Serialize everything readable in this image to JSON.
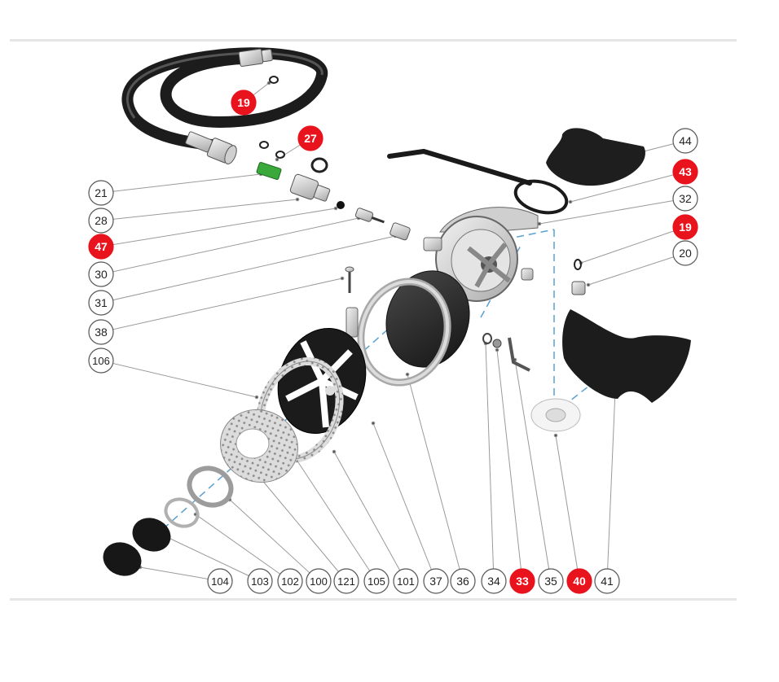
{
  "colors": {
    "highlight": "#e8131d",
    "normal_fill": "#ffffff",
    "ink": "#222222",
    "leader": "#9a9a9a",
    "axis": "#5aa0d0"
  },
  "callouts": [
    {
      "id": "c19a",
      "label": "19",
      "highlight": true
    },
    {
      "id": "c27",
      "label": "27",
      "highlight": true
    },
    {
      "id": "c44",
      "label": "44",
      "highlight": false
    },
    {
      "id": "c43",
      "label": "43",
      "highlight": true
    },
    {
      "id": "c32",
      "label": "32",
      "highlight": false
    },
    {
      "id": "c19b",
      "label": "19",
      "highlight": true
    },
    {
      "id": "c20",
      "label": "20",
      "highlight": false
    },
    {
      "id": "c21",
      "label": "21",
      "highlight": false
    },
    {
      "id": "c28",
      "label": "28",
      "highlight": false
    },
    {
      "id": "c47",
      "label": "47",
      "highlight": true
    },
    {
      "id": "c30",
      "label": "30",
      "highlight": false
    },
    {
      "id": "c31",
      "label": "31",
      "highlight": false
    },
    {
      "id": "c38",
      "label": "38",
      "highlight": false
    },
    {
      "id": "c106",
      "label": "106",
      "highlight": false
    },
    {
      "id": "c104",
      "label": "104",
      "highlight": false
    },
    {
      "id": "c103",
      "label": "103",
      "highlight": false
    },
    {
      "id": "c102",
      "label": "102",
      "highlight": false
    },
    {
      "id": "c100",
      "label": "100",
      "highlight": false
    },
    {
      "id": "c121",
      "label": "121",
      "highlight": false
    },
    {
      "id": "c105",
      "label": "105",
      "highlight": false
    },
    {
      "id": "c101",
      "label": "101",
      "highlight": false
    },
    {
      "id": "c37",
      "label": "37",
      "highlight": false
    },
    {
      "id": "c36",
      "label": "36",
      "highlight": false
    },
    {
      "id": "c34",
      "label": "34",
      "highlight": false
    },
    {
      "id": "c33",
      "label": "33",
      "highlight": true
    },
    {
      "id": "c35",
      "label": "35",
      "highlight": false
    },
    {
      "id": "c40",
      "label": "40",
      "highlight": true
    },
    {
      "id": "c41",
      "label": "41",
      "highlight": false
    }
  ]
}
